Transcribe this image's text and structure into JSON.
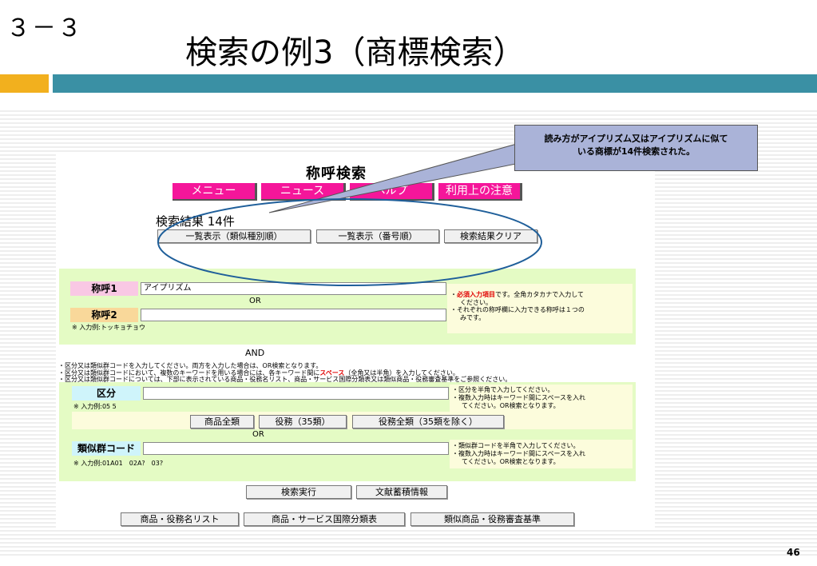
{
  "slide": {
    "number": "３－３",
    "title": "検索の例3（商標検索）",
    "page": "46"
  },
  "callout": {
    "line1": "読み方がアイプリズム又はアイプリズムに似て",
    "line2": "いる商標が14件検索された。"
  },
  "app": {
    "title": "称呼検索",
    "nav": [
      "メニュー",
      "ニュース",
      "ヘルプ",
      "利用上の注意"
    ],
    "result_label": "検索結果 14件",
    "result_buttons": [
      "一覧表示（類似種別順）",
      "一覧表示（番号順）",
      "検索結果クリア"
    ]
  },
  "shoko": {
    "label1": "称呼1",
    "value1": "アイプリズム",
    "or": "OR",
    "label2": "称呼2",
    "value2": "",
    "example": "※ 入力例:トッキョチョウ",
    "note1_red": "必須入力項目",
    "note1_rest": "です。全角カタカナで入力して",
    "note1_line2": "ください。",
    "note2_line1": "それぞれの称呼欄に入力できる称呼は１つの",
    "note2_line2": "みです。"
  },
  "and_label": "AND",
  "instructions": {
    "line1": "・区分又は類似群コードを入力してください。両方を入力した場合は、OR検索となります。",
    "line2_pre": "・区分又は類似群コードにおいて、複数のキーワードを用いる場合には、各キーワード間に",
    "line2_red": "スペース",
    "line2_post": "（全角又は半角）を入力してください。",
    "line3": "・区分又は類似群コードについては、下部に表示されている商品・役務名リスト、商品・サービス国際分類表又は類似商品・役務審査基準をご参照ください。"
  },
  "kubun": {
    "label": "区分",
    "value": "",
    "example": "※ 入力例:05 5",
    "note1": "区分を半角で入力してください。",
    "note2_line1": "複数入力時はキーワード間にスペースを入れ",
    "note2_line2": "てください。OR検索となります。",
    "buttons": [
      "商品全類",
      "役務（35類）",
      "役務全類（35類を除く）"
    ]
  },
  "or2": "OR",
  "ruiji": {
    "label": "類似群コード",
    "value": "",
    "example": "※ 入力例:01A01　02A?　03?",
    "note1": "類似群コードを半角で入力してください。",
    "note2_line1": "複数入力時はキーワード間にスペースを入れ",
    "note2_line2": "てください。OR検索となります。"
  },
  "actions": {
    "search": "検索実行",
    "bunken": "文献蓄積情報"
  },
  "bottom_buttons": [
    "商品・役務名リスト",
    "商品・サービス国際分類表",
    "類似商品・役務審査基準"
  ],
  "colors": {
    "nav_pink": "#f5169a",
    "label_pink": "#f9c8e4",
    "label_orange": "#f9d89a",
    "label_cyan": "#cff4fb",
    "panel_green": "#e4fbc4",
    "teal_bar": "#3a90a4",
    "orange_bar": "#f2b01e",
    "callout_blue": "#aab3d8"
  }
}
